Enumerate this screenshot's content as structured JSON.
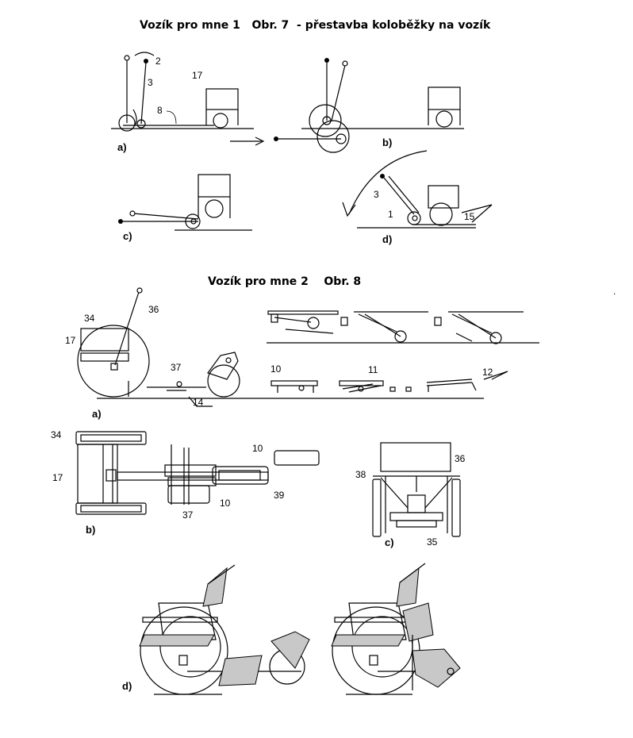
{
  "figure7": {
    "title": "Vozík pro mne 1   Obr. 7  - přestavba koloběžky na vozík",
    "labels": {
      "n2": "2",
      "n3": "3",
      "n17": "17",
      "n8": "8",
      "n3d": "3",
      "n1": "1",
      "n15": "15"
    },
    "subs": {
      "a": "a)",
      "b": "b)",
      "c": "c)",
      "d": "d)"
    }
  },
  "figure8": {
    "title": "Vozík pro mne 2    Obr. 8",
    "labels": {
      "n34": "34",
      "n36": "36",
      "n17": "17",
      "n37": "37",
      "n14": "14",
      "n10": "10",
      "n11": "11",
      "n12": "12",
      "n34b": "34",
      "n17b": "17",
      "n10b": "10",
      "n39": "39",
      "n37b": "37",
      "n10c": "10",
      "n38": "38",
      "n36c": "36",
      "n35": "35"
    },
    "subs": {
      "a": "a)",
      "b": "b)",
      "c": "c)",
      "d": "d)"
    },
    "stray": "."
  }
}
